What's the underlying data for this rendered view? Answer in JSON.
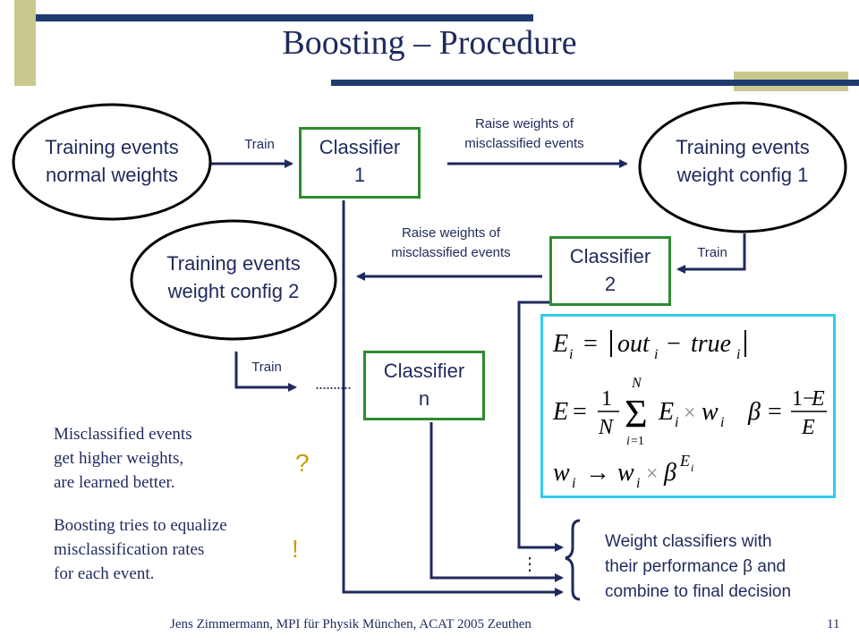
{
  "slide": {
    "title": "Boosting – Procedure",
    "footer_left": "Jens Zimmermann, MPI für Physik München, ACAT 2005 Zeuthen",
    "page_number": "11"
  },
  "diagram": {
    "ellipse_0": [
      "Training events",
      "normal weights"
    ],
    "ellipse_1": [
      "Training events",
      "weight config 1"
    ],
    "ellipse_2": [
      "Training events",
      "weight config 2"
    ],
    "classifier_1": [
      "Classifier",
      "1"
    ],
    "classifier_2": [
      "Classifier",
      "2"
    ],
    "classifier_n": [
      "Classifier",
      "n"
    ],
    "train_label": "Train",
    "raise_weights": [
      "Raise weights of",
      "misclassified events"
    ],
    "dots_horizontal": "..........",
    "dots_vertical": "⋮"
  },
  "formulas": {
    "line1": "E_i = |out_i − true_i|",
    "line2a": "E = (1/N) Σ_{i=1}^{N} E_i × w_i",
    "line2b": "β = (1 − E) / E",
    "line3": "w_i → w_i × β^{E_i}"
  },
  "notes": {
    "para1": [
      "Misclassified events",
      "get higher weights,",
      "are learned better."
    ],
    "para2": [
      "Boosting tries to equalize",
      "misclassification rates",
      "for each event."
    ],
    "question": "?",
    "exclaim": "!"
  },
  "final": [
    "Weight classifiers with",
    "their performance  β  and",
    "combine to final decision"
  ],
  "colors": {
    "navy": "#1f2a5c",
    "olive": "#c9c98e",
    "box_green": "#2e8b2e",
    "formula_border": "#33ccee",
    "mark_gold": "#c8a000"
  }
}
